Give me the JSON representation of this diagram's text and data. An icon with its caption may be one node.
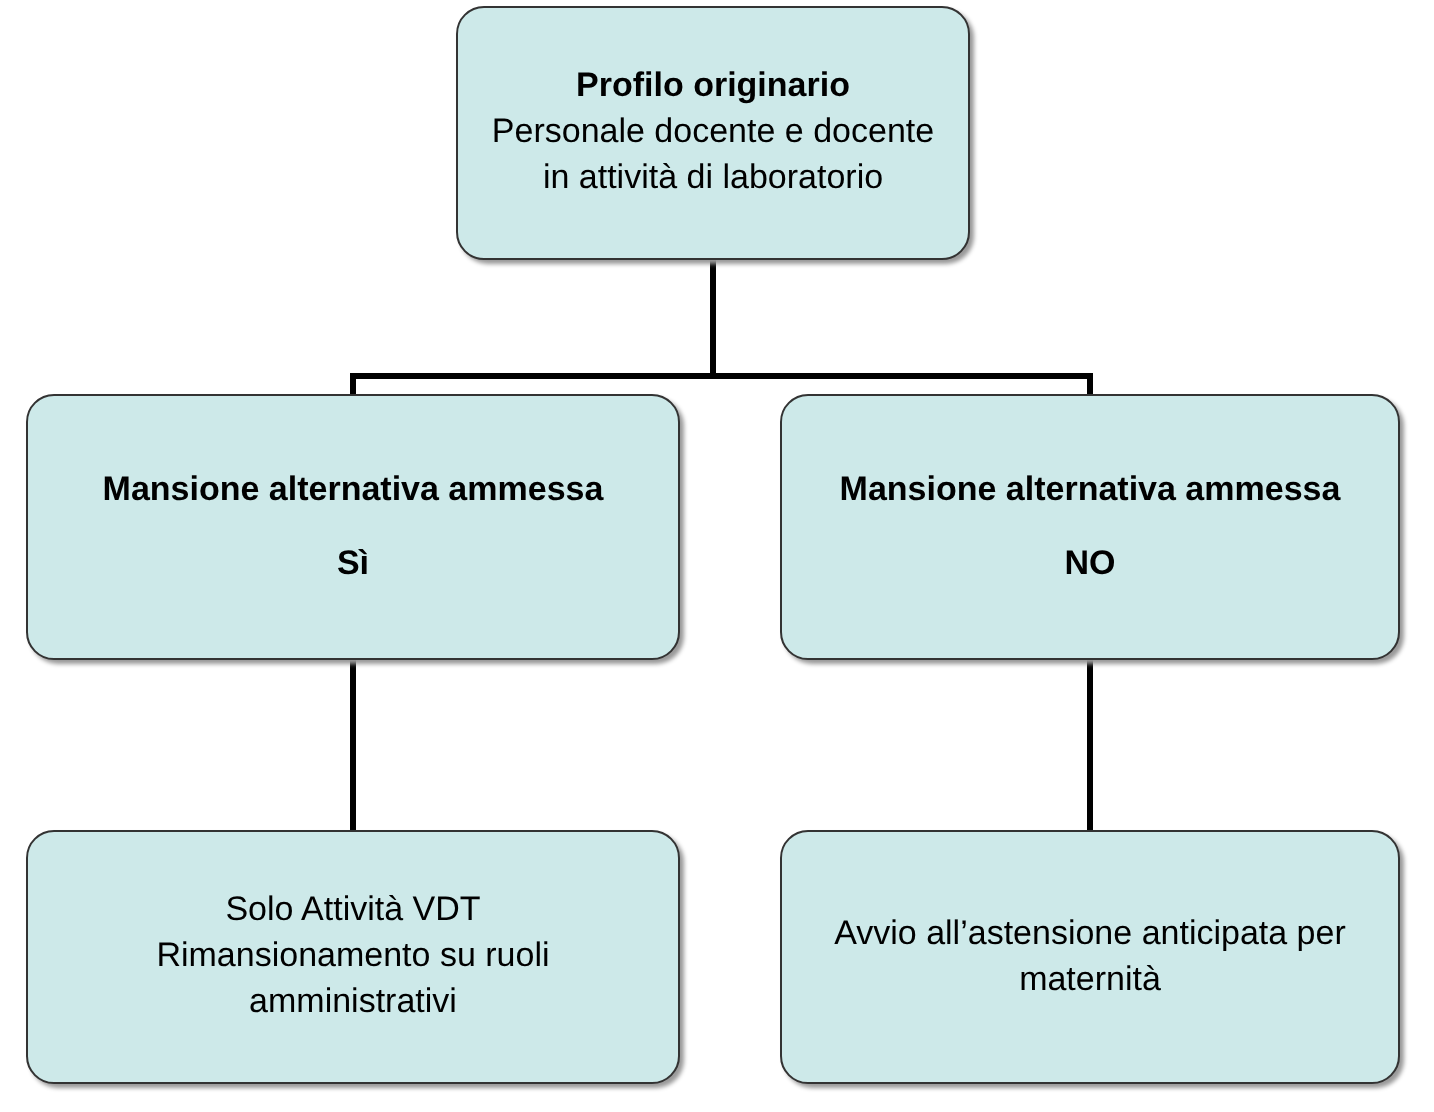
{
  "diagram": {
    "nodes": [
      {
        "text": [
          "Profilo originario",
          "Personale docente e docente in attività di laboratorio"
        ]
      },
      {
        "text": [
          "Mansione alternativa ammessa",
          "Sì"
        ]
      },
      {
        "text": [
          "Mansione alternativa ammessa",
          "NO"
        ]
      },
      {
        "text": [
          "Solo Attività VDT",
          "Rimansionamento su ruoli amministrativi"
        ]
      },
      {
        "text": [
          "Avvio all’astensione anticipata per maternità"
        ]
      }
    ],
    "edges": [
      {
        "from": 0,
        "to": 1,
        "arrow": "none"
      },
      {
        "from": 0,
        "to": 2,
        "arrow": "none"
      },
      {
        "from": 1,
        "to": 3,
        "arrow": "none"
      },
      {
        "from": 2,
        "to": 4,
        "arrow": "none"
      }
    ]
  }
}
